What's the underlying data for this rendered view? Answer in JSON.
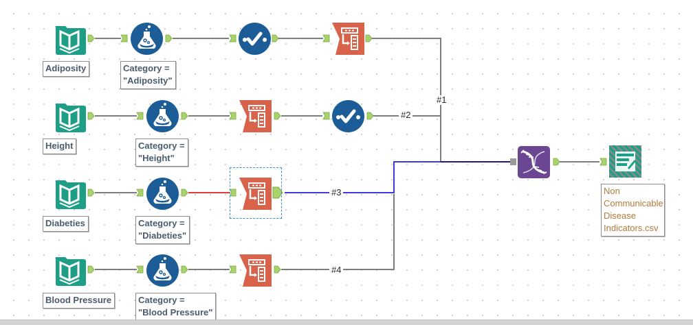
{
  "canvas": {
    "grid": "dotted"
  },
  "colors": {
    "input_tool": "#1e9e86",
    "formula_tool": "#1d5d97",
    "select_tool": "#1d5d97",
    "transpose_tool": "#d9624a",
    "union_tool": "#6b4793",
    "output_tool": "#1e9e86",
    "anchor": "#a8d26a",
    "wire_default": "#7d7d7d",
    "wire_selected_out": "#3a3ae0",
    "wire_selected_in": "#e03a3a"
  },
  "rows": [
    {
      "input": {
        "icon": "input-data-book-icon",
        "label": "Adiposity"
      },
      "formula": {
        "icon": "formula-flask-icon",
        "label": "Category =\n\"Adiposity\""
      },
      "steps": [
        "select",
        "transpose"
      ],
      "connection_label": "#1"
    },
    {
      "input": {
        "icon": "input-data-book-icon",
        "label": "Height"
      },
      "formula": {
        "icon": "formula-flask-icon",
        "label": "Category =\n\"Height\""
      },
      "steps": [
        "transpose",
        "select"
      ],
      "connection_label": "#2"
    },
    {
      "input": {
        "icon": "input-data-book-icon",
        "label": "Diabeties"
      },
      "formula": {
        "icon": "formula-flask-icon",
        "label": "Category =\n\"Diabeties\""
      },
      "steps": [
        "transpose"
      ],
      "connection_label": "#3",
      "selected": true
    },
    {
      "input": {
        "icon": "input-data-book-icon",
        "label": "Blood Pressure"
      },
      "formula": {
        "icon": "formula-flask-icon",
        "label": "Category =\n\"Blood Pressure\""
      },
      "steps": [
        "transpose"
      ],
      "connection_label": "#4"
    }
  ],
  "union": {
    "icon": "union-dna-icon"
  },
  "output": {
    "icon": "output-data-icon",
    "label": "Non\nCommunicable\nDisease\nIndicators.csv"
  }
}
